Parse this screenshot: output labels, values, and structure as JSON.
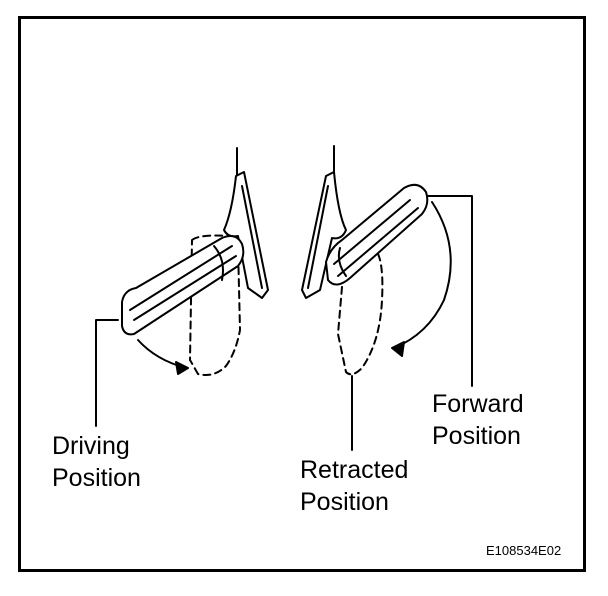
{
  "labels": {
    "driving": [
      "Driving",
      "Position"
    ],
    "retracted": [
      "Retracted",
      "Position"
    ],
    "forward": [
      "Forward",
      "Position"
    ]
  },
  "figure_id": "E108534E02"
}
